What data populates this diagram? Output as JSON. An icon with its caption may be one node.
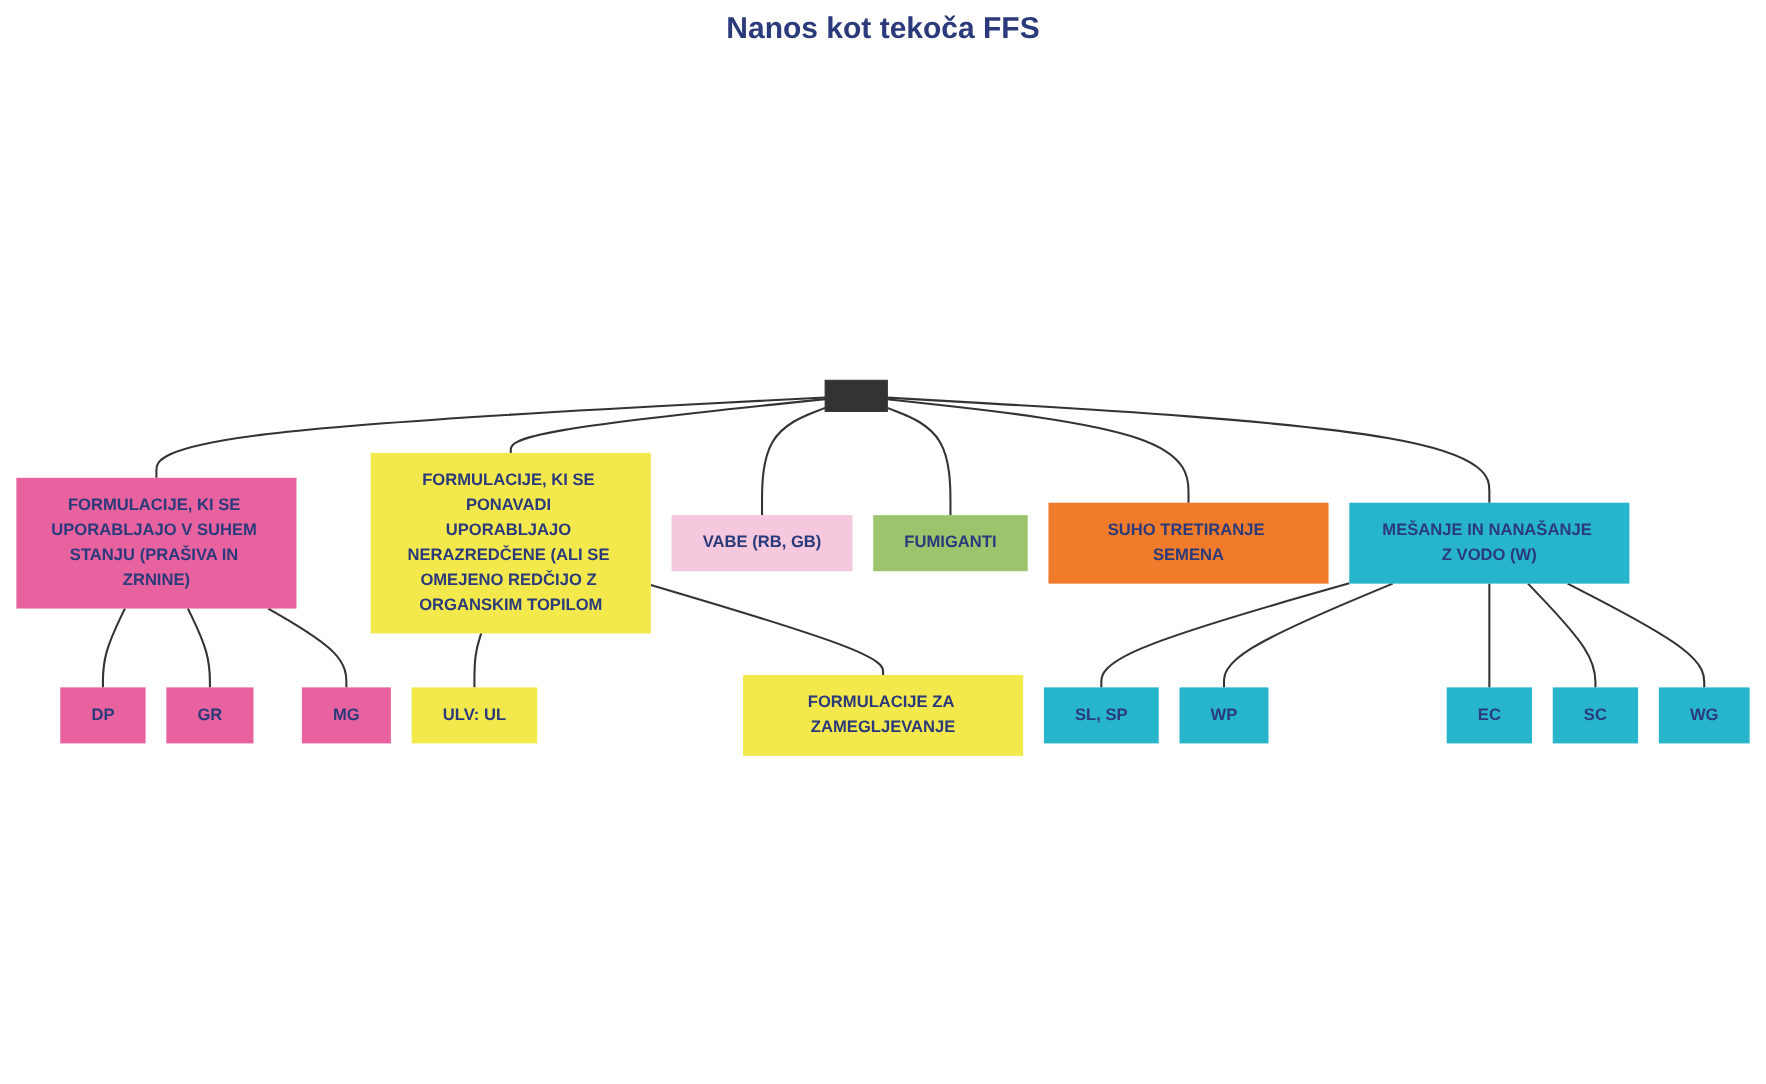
{
  "diagram": {
    "nodes": [
      {
        "text": [],
        "shape": "bar"
      },
      {
        "text": [
          "FORMULACIJE, KI SE UPORABLJAJO V SUHEM STANJU (PRAŠIVA IN ZRNINE)"
        ]
      },
      {
        "text": [
          "DP"
        ]
      },
      {
        "text": [
          "GR"
        ]
      },
      {
        "text": [
          "MG"
        ]
      },
      {
        "text": [
          "FORMULACIJE, KI SE PONAVADI UPORABLJAJO NERAZREDČENE (ALI SE OMEJENO REDČIJO Z ORGANSKIM TOPILOM"
        ]
      },
      {
        "text": [
          "VABE (RB, GB)"
        ]
      },
      {
        "text": [
          "ULV: UL"
        ]
      },
      {
        "text": [
          "FORMULACIJE ZA ZAMEGLJEVANJE"
        ]
      },
      {
        "text": [
          "FUMIGANTI"
        ]
      },
      {
        "text": [
          "SUHO TRETIRANJE SEMENA"
        ]
      },
      {
        "text": [
          "MEŠANJE IN NANAŠANJE Z VODO (W)"
        ]
      },
      {
        "text": [
          "SL, SP"
        ]
      },
      {
        "text": [
          "WP"
        ]
      },
      {
        "text": [
          "EC"
        ]
      },
      {
        "text": [
          "SC"
        ]
      },
      {
        "text": [
          "WG"
        ]
      }
    ],
    "edges": [
      {
        "from": 0,
        "to": 1,
        "arrow": "none"
      },
      {
        "from": 0,
        "to": 5,
        "arrow": "none"
      },
      {
        "from": 0,
        "to": 6,
        "arrow": "none"
      },
      {
        "from": 0,
        "to": 9,
        "arrow": "none"
      },
      {
        "from": 0,
        "to": 10,
        "arrow": "none"
      },
      {
        "from": 0,
        "to": 11,
        "arrow": "none"
      },
      {
        "from": 1,
        "to": 2,
        "arrow": "none"
      },
      {
        "from": 1,
        "to": 3,
        "arrow": "none"
      },
      {
        "from": 1,
        "to": 4,
        "arrow": "none"
      },
      {
        "from": 5,
        "to": 7,
        "arrow": "none"
      },
      {
        "from": 5,
        "to": 8,
        "arrow": "none"
      },
      {
        "from": 11,
        "to": 12,
        "arrow": "none"
      },
      {
        "from": 11,
        "to": 13,
        "arrow": "none"
      },
      {
        "from": 11,
        "to": 14,
        "arrow": "none"
      },
      {
        "from": 11,
        "to": 15,
        "arrow": "none"
      },
      {
        "from": 11,
        "to": 16,
        "arrow": "none"
      }
    ],
    "labels": [
      "Nanos kot tekoča FFS"
    ]
  }
}
